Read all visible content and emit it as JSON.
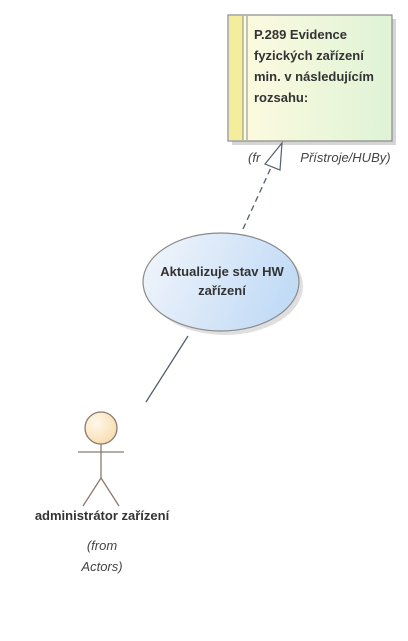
{
  "requirement": {
    "text": "P.289 Evidence fyzických zařízení min. v následujícím rozsahu:",
    "from_prefix": "(fr",
    "from_suffix": "Přístroje/HUBy)"
  },
  "use_case": {
    "name": "Aktualizuje stav HW zařízení"
  },
  "actor": {
    "name": "administrátor zařízení",
    "from_line1": "(from",
    "from_line2": "Actors)"
  },
  "colors": {
    "requirement_fill_left": "#fffbe0",
    "requirement_fill_right": "#dff3d6",
    "requirement_stripe": "#f4ee9c",
    "usecase_fill_left": "#f3f6fb",
    "usecase_fill_right": "#c7dff7",
    "actor_head": "#fde7bf",
    "outline": "#8a8a8a",
    "connector": "#555e6e"
  }
}
